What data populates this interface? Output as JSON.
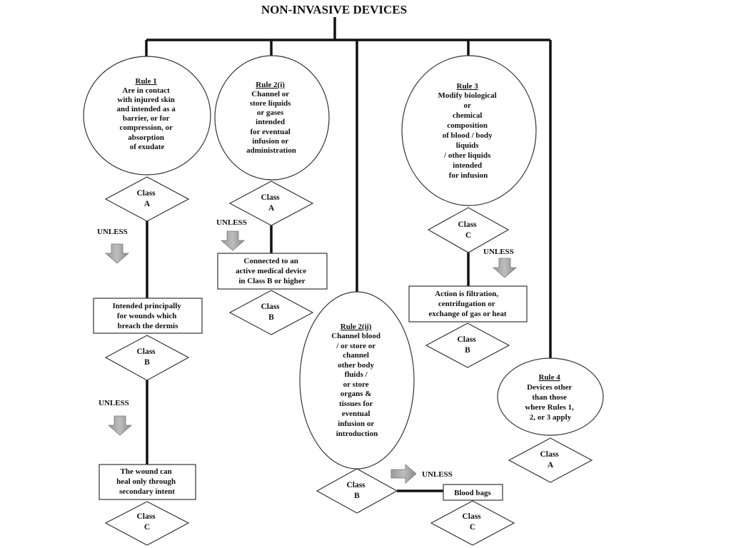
{
  "title": "NON-INVASIVE DEVICES",
  "unless": "UNLESS",
  "rule1": {
    "heading": "Rule 1",
    "lines": [
      "Are in contact",
      "with injured skin",
      "and intended as a",
      "barrier, or for",
      "compression, or",
      "absorption",
      "of exudate"
    ],
    "class": [
      "Class",
      "A"
    ],
    "box1": [
      "Intended principally",
      "for wounds which",
      "breach the dermis"
    ],
    "class2": [
      "Class",
      "B"
    ],
    "box2": [
      "The wound can",
      "heal only through",
      "secondary intent"
    ],
    "class3": [
      "Class",
      "C"
    ]
  },
  "rule2i": {
    "heading": "Rule 2(i)",
    "lines": [
      "Channel or",
      "store liquids",
      "or gases",
      "intended",
      "for eventual",
      "infusion or",
      "administration"
    ],
    "class": [
      "Class",
      "A"
    ],
    "box1": [
      "Connected to an",
      "active medical device",
      "in Class B or higher"
    ],
    "class2": [
      "Class",
      "B"
    ]
  },
  "rule2ii": {
    "heading": "Rule 2(ii)",
    "lines": [
      "Channel blood",
      "/ or store or",
      "channel",
      "other body",
      "fluids /",
      "or store",
      "organs &",
      "tissues for",
      "eventual",
      "infusion or",
      "introduction"
    ],
    "class": [
      "Class",
      "B"
    ],
    "box1": [
      "Blood bags"
    ],
    "class2": [
      "Class",
      "C"
    ]
  },
  "rule3": {
    "heading": "Rule 3",
    "lines": [
      "Modify biological",
      "or",
      "chemical",
      "composition",
      "of blood / body",
      "liquids",
      "/ other liquids",
      "intended",
      "for infusion"
    ],
    "class": [
      "Class",
      "C"
    ],
    "box1": [
      "Action is filtration,",
      "centrifugation or",
      "exchange of gas or heat"
    ],
    "class2": [
      "Class",
      "B"
    ]
  },
  "rule4": {
    "heading": "Rule 4",
    "lines": [
      "Devices other",
      "than those",
      "where Rules 1,",
      "2, or 3 apply"
    ],
    "class": [
      "Class",
      "A"
    ]
  }
}
